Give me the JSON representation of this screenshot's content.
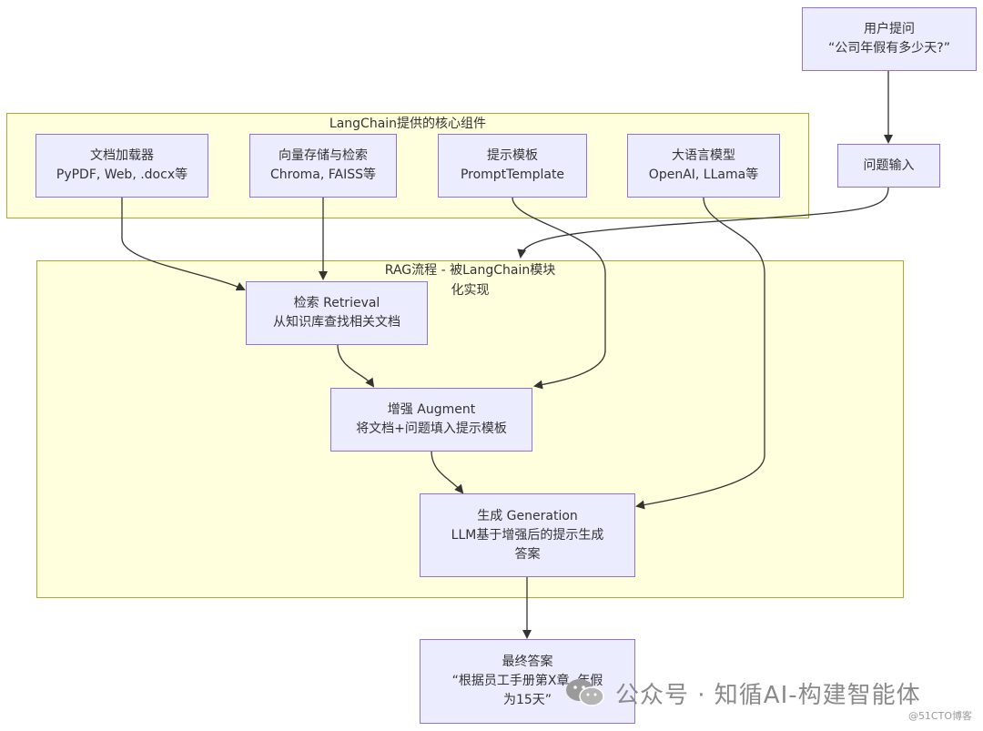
{
  "groups": {
    "langchain": {
      "title": "LangChain提供的核心组件"
    },
    "rag": {
      "title_line1": "RAG流程 - 被LangChain模块",
      "title_line2": "化实现"
    }
  },
  "nodes": {
    "user_question": {
      "line1": "用户提问",
      "line2": "“公司年假有多少天?”"
    },
    "question_input": {
      "line1": "问题输入"
    },
    "doc_loader": {
      "line1": "文档加载器",
      "line2": "PyPDF, Web, .docx等"
    },
    "vector_store": {
      "line1": "向量存储与检索",
      "line2": "Chroma, FAISS等"
    },
    "prompt_template": {
      "line1": "提示模板",
      "line2": "PromptTemplate"
    },
    "llm": {
      "line1": "大语言模型",
      "line2": "OpenAI, LLama等"
    },
    "retrieval": {
      "line1": "检索 Retrieval",
      "line2": "从知识库查找相关文档"
    },
    "augment": {
      "line1": "增强 Augment",
      "line2": "将文档+问题填入提示模板"
    },
    "generation": {
      "line1": "生成 Generation",
      "line2": "LLM基于增强后的提示生成",
      "line3": "答案"
    },
    "final_answer": {
      "line1": "最终答案",
      "line2": "“根据员工手册第X章, 年假",
      "line3": "为15天”"
    }
  },
  "watermark": {
    "text": "公众号 · 知循AI-构建智能体",
    "site": "@51CTO博客"
  },
  "colors": {
    "node_fill": "#ececff",
    "node_border": "#9370db",
    "group_fill": "#ffffde",
    "group_border": "#aaaa33",
    "edge": "#333333"
  }
}
